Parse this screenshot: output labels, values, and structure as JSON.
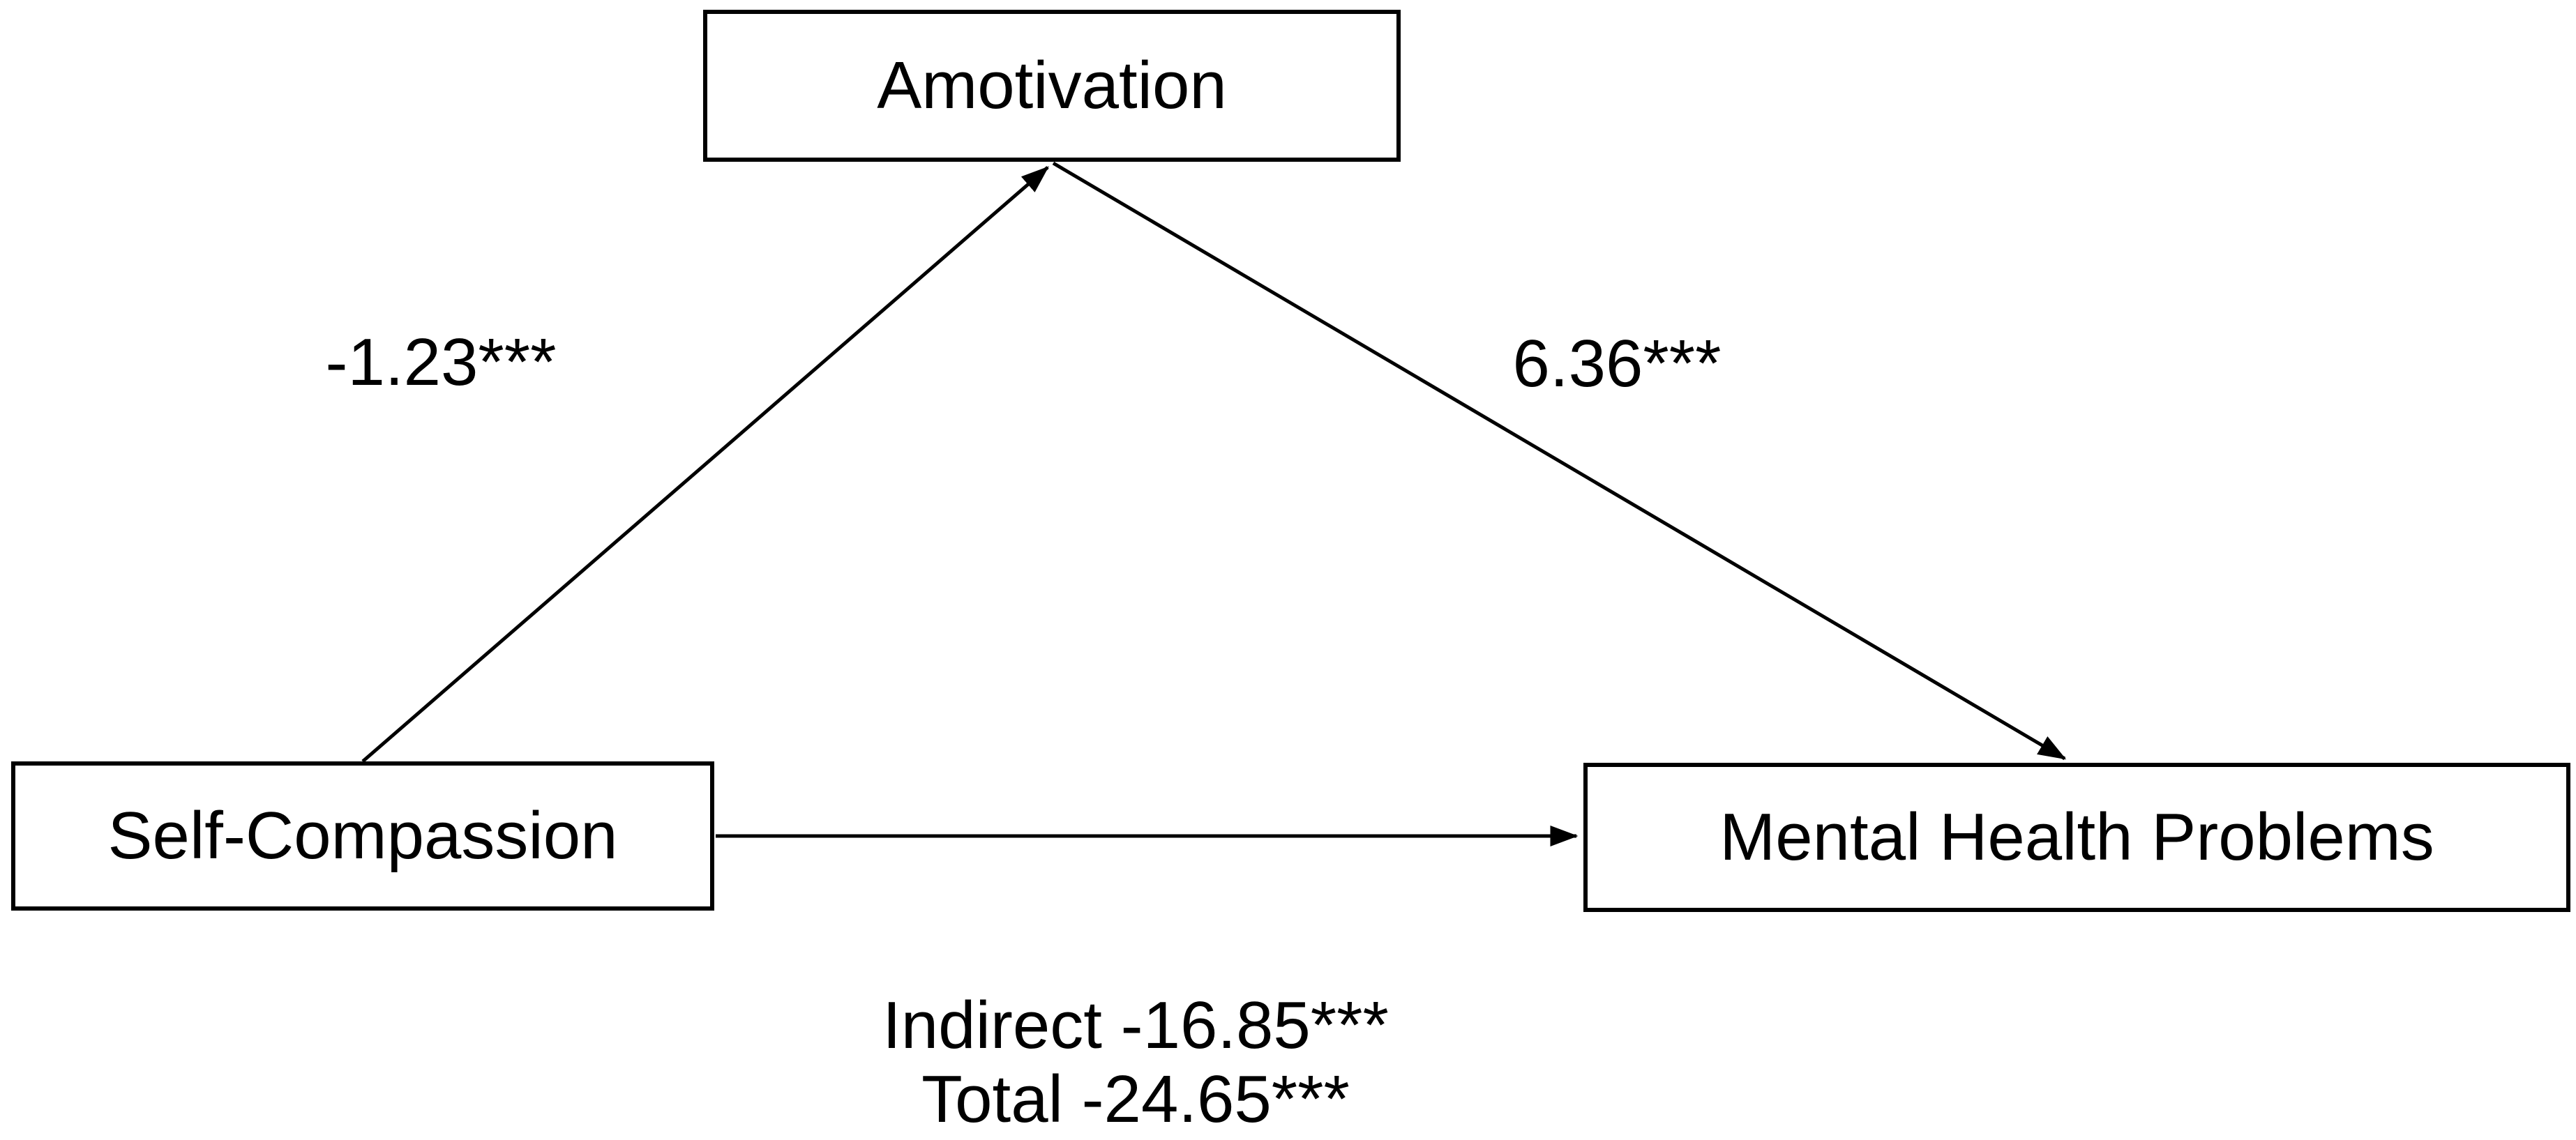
{
  "diagram": {
    "type": "mediation-path-model",
    "nodes": {
      "mediator": {
        "label": "Amotivation",
        "role": "mediator"
      },
      "predictor": {
        "label": "Self-Compassion",
        "role": "predictor"
      },
      "outcome": {
        "label": "Mental Health Problems",
        "role": "outcome"
      }
    },
    "paths": {
      "a": {
        "from": "Self-Compassion",
        "to": "Amotivation",
        "coefficient": "-1.23***"
      },
      "b": {
        "from": "Amotivation",
        "to": "Mental Health Problems",
        "coefficient": "6.36***"
      },
      "direct": {
        "from": "Self-Compassion",
        "to": "Mental Health Problems",
        "coefficient": ""
      }
    },
    "effects": {
      "indirect_label": "Indirect -16.85***",
      "total_label": "Total -24.65***"
    },
    "significance_note": "*** markers shown as rendered",
    "colors": {
      "background": "#ffffff",
      "line": "#000000",
      "box_fill": "#ffffff",
      "box_border": "#000000",
      "text": "#000000"
    }
  }
}
